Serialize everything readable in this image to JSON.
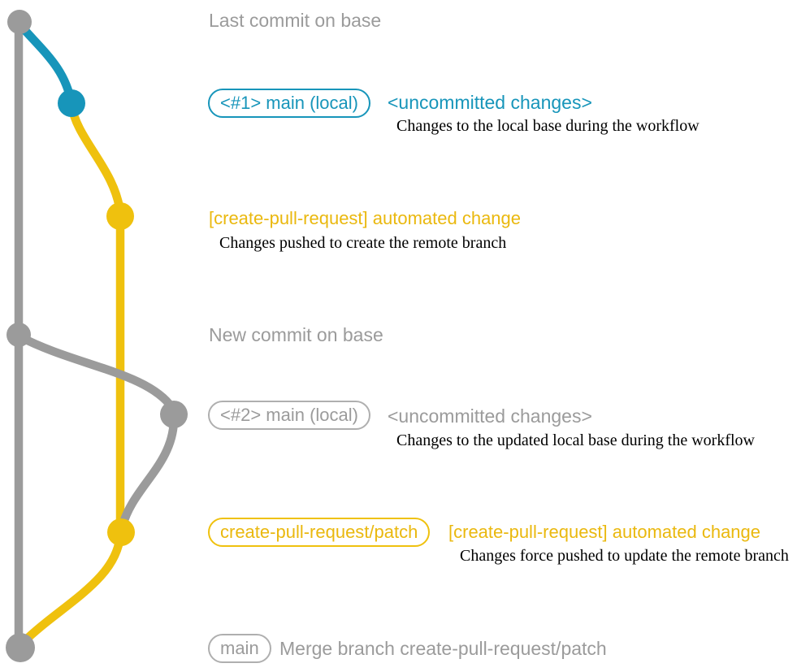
{
  "colors": {
    "gray": "#9B9B9B",
    "blue": "#1795BA",
    "yellow": "#EFC10E",
    "yellow_text": "#EAB80E",
    "note_black": "#000000"
  },
  "graph": {
    "branches": [
      {
        "name": "base",
        "color": "gray"
      },
      {
        "name": "local main",
        "color": "blue"
      },
      {
        "name": "create-pull-request/patch",
        "color": "yellow"
      }
    ],
    "commits": [
      {
        "id": "base-1",
        "color": "gray",
        "caption": "Last commit on base"
      },
      {
        "id": "local-main-1",
        "color": "blue",
        "caption": "<#1> main (local)"
      },
      {
        "id": "remote-branch-1",
        "color": "yellow",
        "caption": "[create-pull-request] automated change"
      },
      {
        "id": "base-2",
        "color": "gray",
        "caption": "New commit on base"
      },
      {
        "id": "local-main-2",
        "color": "gray",
        "caption": "<#2> main (local)"
      },
      {
        "id": "remote-branch-2",
        "color": "yellow",
        "caption": "[create-pull-request] automated change"
      },
      {
        "id": "merge",
        "color": "gray",
        "caption": "Merge branch create-pull-request/patch"
      }
    ]
  },
  "labels": {
    "last_commit_on_base": "Last commit on base",
    "badge_main_local_1": "<#1> main (local)",
    "uncommitted_changes_1": "<uncommitted changes>",
    "note_local_base": "Changes to the local base during the workflow",
    "automated_change_1": "[create-pull-request] automated change",
    "note_pushed_create": "Changes pushed to create the remote branch",
    "new_commit_on_base": "New commit on base",
    "badge_main_local_2": "<#2> main (local)",
    "uncommitted_changes_2": "<uncommitted changes>",
    "note_updated_local_base": "Changes to the updated local base during the workflow",
    "badge_patch_branch": "create-pull-request/patch",
    "automated_change_2": "[create-pull-request] automated change",
    "note_force_pushed": "Changes force pushed to update the remote branch",
    "badge_main": "main",
    "merge_message": "Merge branch create-pull-request/patch"
  }
}
